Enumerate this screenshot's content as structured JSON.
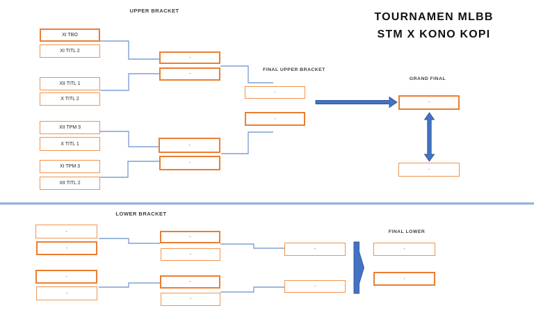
{
  "title": {
    "line1": "TOURNAMEN MLBB",
    "line2": "STM X KONO KOPI"
  },
  "upper": {
    "heading": "UPPER BRACKET",
    "round1": [
      "XI TBO",
      "XI TITL 2",
      "XII TITL 1",
      "X TITL 2",
      "XII TPM 3",
      "X TITL 1",
      "XI TPM 3",
      "XII TITL 2"
    ],
    "round2": [
      "-",
      "-",
      "-",
      "-"
    ],
    "final_heading": "FINAL UPPER BRACKET",
    "final": [
      "-",
      "-"
    ]
  },
  "grand_final": {
    "heading": "GRAND FINAL",
    "slots": [
      "-",
      "-"
    ]
  },
  "lower": {
    "heading": "LOWER BRACKET",
    "round1": [
      "-",
      "-",
      "-",
      "-"
    ],
    "round2": [
      "-",
      "-",
      "-",
      "-"
    ],
    "semis": [
      "-",
      "-"
    ],
    "final_heading": "FINAL LOWER",
    "final": [
      "-",
      "-"
    ]
  },
  "colors": {
    "box_border": "#ED7D31",
    "connector": "#7F9FD4",
    "arrow_fill": "#4472C4",
    "arrow_stroke": "#2F5496",
    "divider": "#9BB8DE"
  }
}
